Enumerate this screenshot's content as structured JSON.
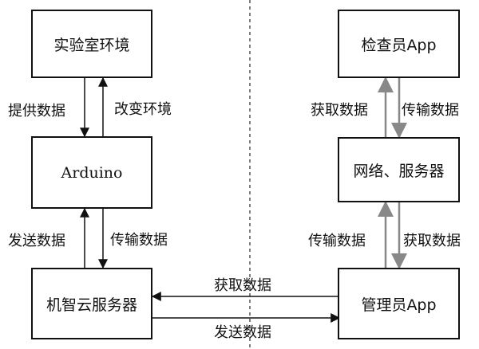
{
  "nodes": {
    "lab_env": "实验室环境",
    "arduino": "Arduino",
    "cloud_server": "机智云服务器",
    "inspector_app": "检查员App",
    "network_server": "网络、服务器",
    "admin_app": "管理员App"
  },
  "edges": {
    "lab_to_arduino": "提供数据",
    "arduino_to_lab": "改变环境",
    "cloud_to_arduino": "发送数据",
    "arduino_to_cloud": "传输数据",
    "network_to_inspector": "获取数据",
    "inspector_to_network": "传输数据",
    "admin_to_network": "传输数据",
    "network_to_admin": "获取数据",
    "cloud_get": "获取数据",
    "cloud_send": "发送数据"
  }
}
